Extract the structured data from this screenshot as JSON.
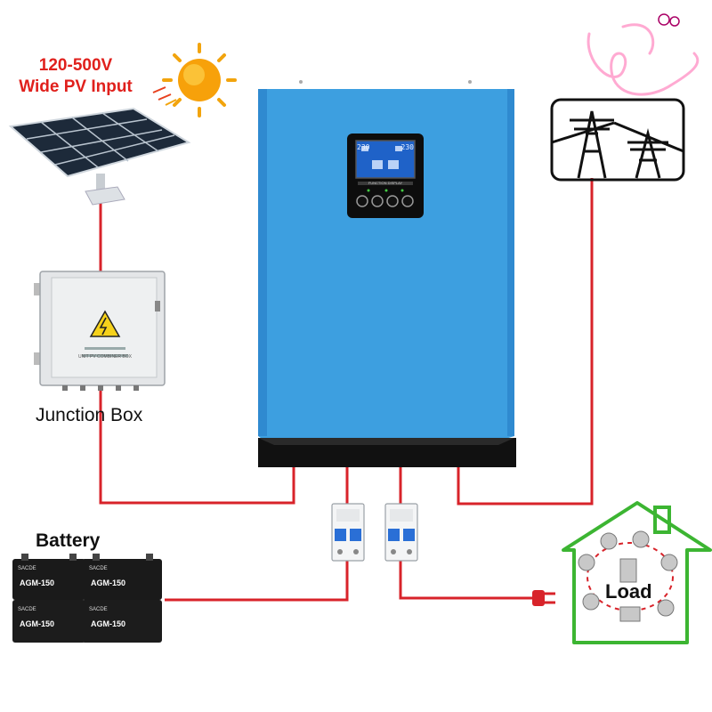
{
  "labels": {
    "pv_line1": "120-500V",
    "pv_line2": "Wide PV Input",
    "junction_box": "Junction Box",
    "battery": "Battery",
    "load": "Load"
  },
  "inverter": {
    "display_caption": "FUNCTION DISPLAY",
    "lcd_left": "230",
    "lcd_right": "230"
  },
  "battery_units": {
    "brand": "SACDE",
    "model": "AGM-150"
  },
  "junction_box_plate": "UNIT PV COMBINER BOX",
  "colors": {
    "wire": "#d8232a",
    "inverter_body": "#3d9fe0",
    "inverter_base": "#111111",
    "house_outline": "#3cb532",
    "pv_label": "#e0201c"
  },
  "icons": [
    "sun-icon",
    "solar-panel-icon",
    "junction-box-icon",
    "battery-icon",
    "breaker-icon",
    "grid-tower-icon",
    "house-icon",
    "plug-icon",
    "doodle-icon"
  ]
}
